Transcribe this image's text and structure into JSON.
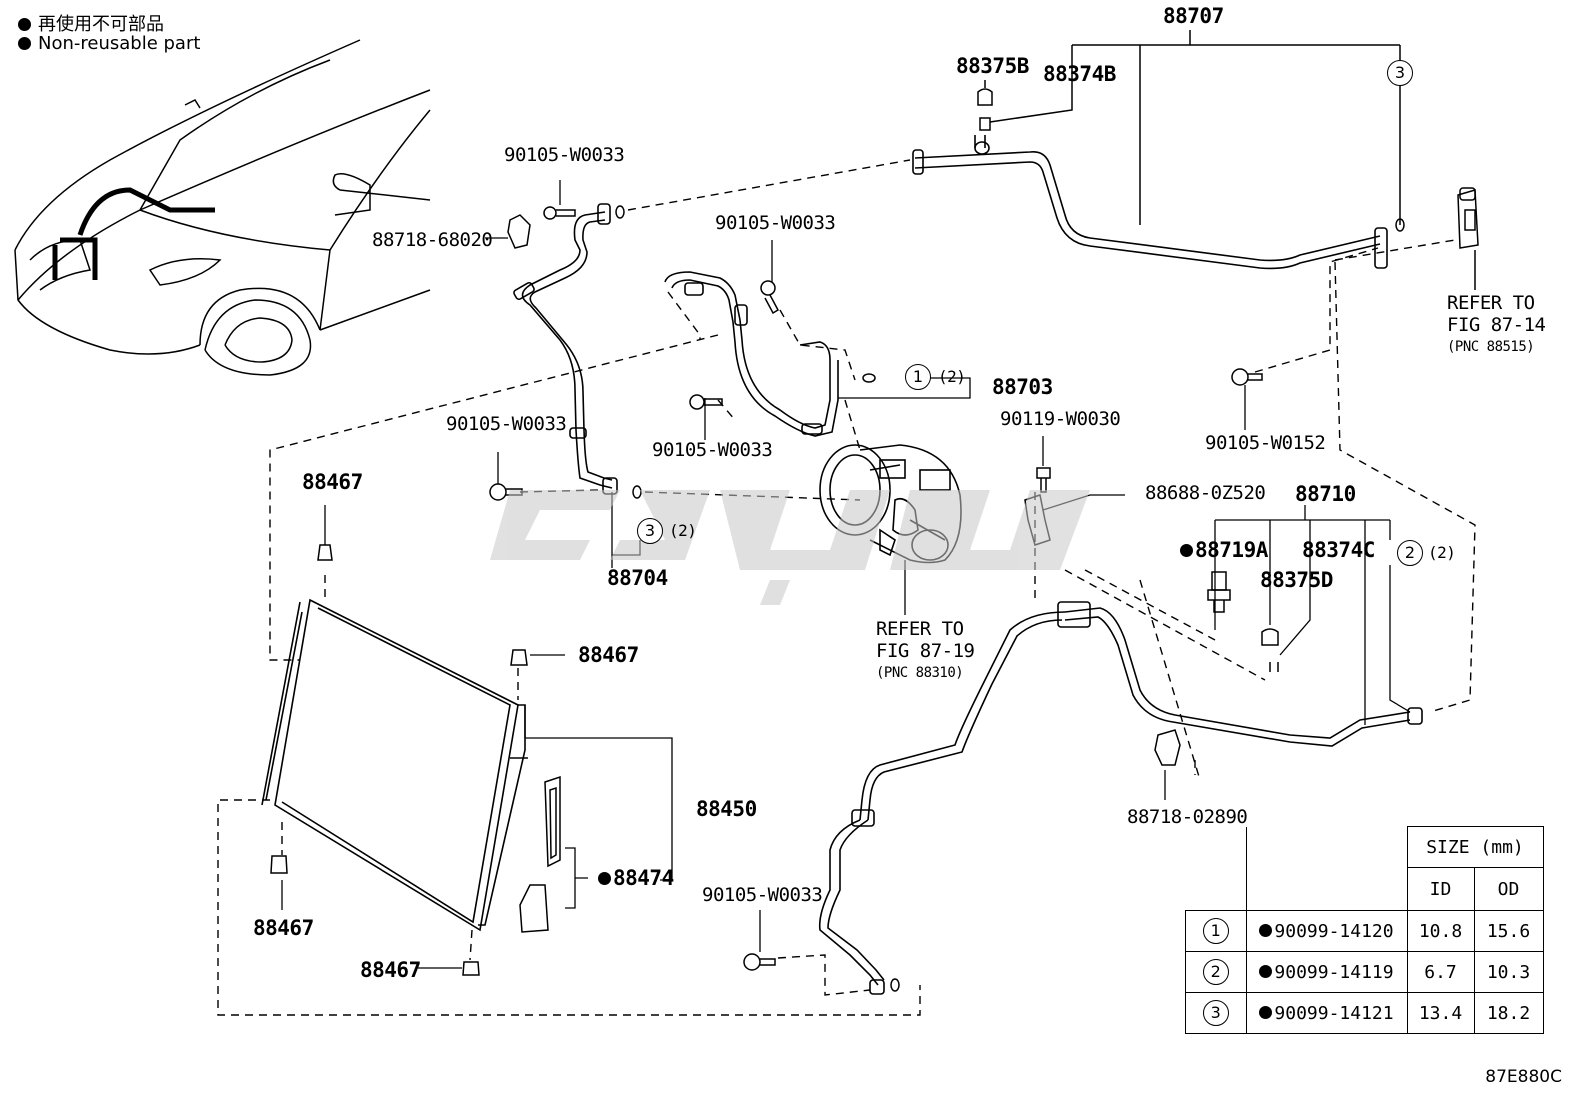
{
  "legend": {
    "line1": "再使用不可部品",
    "line2": "Non-reusable part"
  },
  "labels": {
    "p88707": "88707",
    "p88375B": "88375B",
    "p88374B": "88374B",
    "p90105_w0033_a": "90105-W0033",
    "p88718_68020": "88718-68020",
    "p90105_w0033_b": "90105-W0033",
    "p88703": "88703",
    "p90105_w0033_c": "90105-W0033",
    "p90105_w0033_d": "90105-W0033",
    "p90119_w0030": "90119-W0030",
    "p88688_0z520": "88688-0Z520",
    "p90105_w0152": "90105-W0152",
    "refer1": "REFER TO",
    "refer1b": "FIG 87-14",
    "refer1c": "(PNC 88515)",
    "p88467_a": "88467",
    "p88704": "88704",
    "refer2": "REFER TO",
    "refer2b": "FIG 87-19",
    "refer2c": "(PNC 88310)",
    "p88710": "88710",
    "p88719A": "88719A",
    "p88374C": "88374C",
    "p88375D": "88375D",
    "p88467_b": "88467",
    "p88450": "88450",
    "p88474": "88474",
    "p90105_w0033_e": "90105-W0033",
    "p88718_02890": "88718-02890",
    "p88467_c": "88467",
    "p88467_d": "88467",
    "qty2": "(2)",
    "qty2b": "(2)",
    "qty2c": "(2)",
    "c1": "1",
    "c2": "2",
    "c3": "3",
    "c3b": "3"
  },
  "size_table": {
    "header": "SIZE (mm)",
    "col_id": "ID",
    "col_od": "OD",
    "rows": [
      {
        "ref": "1",
        "part": "90099-14120",
        "id": "10.8",
        "od": "15.6"
      },
      {
        "ref": "2",
        "part": "90099-14119",
        "id": "6.7",
        "od": "10.3"
      },
      {
        "ref": "3",
        "part": "90099-14121",
        "id": "13.4",
        "od": "18.2"
      }
    ]
  },
  "figure_code": "87E880C"
}
